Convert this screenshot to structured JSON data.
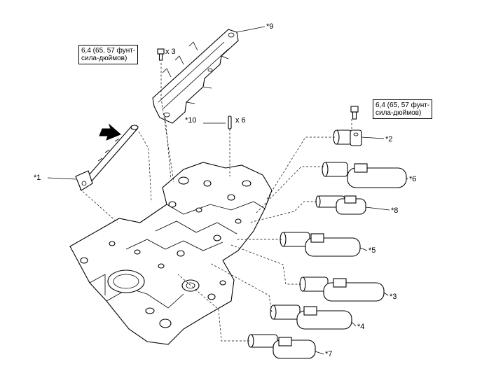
{
  "torque_note": {
    "line1": "6,4 (65, 57 фунт-",
    "line2": "сила-дюймов)"
  },
  "quantities": {
    "bolts": "x 3",
    "pins": "x 6"
  },
  "callouts": {
    "c1": "*1",
    "c2": "*2",
    "c3": "*3",
    "c4": "*4",
    "c5": "*5",
    "c6": "*6",
    "c7": "*7",
    "c8": "*8",
    "c9": "*9",
    "c10": "*10"
  }
}
